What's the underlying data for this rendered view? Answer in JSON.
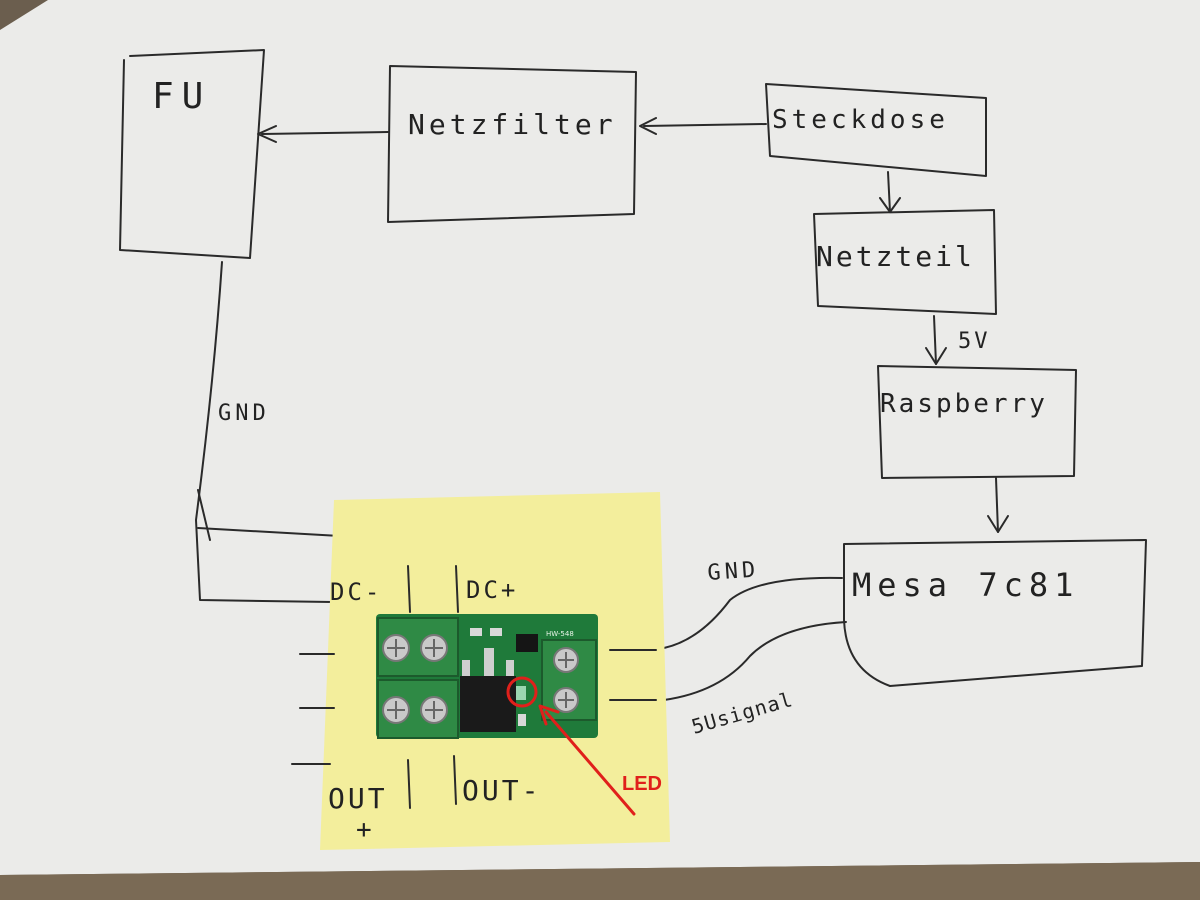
{
  "diagram": {
    "blocks": {
      "fu": "FU",
      "netzfilter": "Netzfilter",
      "steckdose": "Steckdose",
      "netzteil": "Netzteil",
      "raspberry": "Raspberry",
      "mesa": "Mesa 7c81"
    },
    "labels": {
      "gnd_fu": "GND",
      "five_v": "5V",
      "gnd_mesa": "GND",
      "signal": "5Usignal",
      "dc_minus": "DC-",
      "dc_plus": "DC+",
      "out_plus_a": "OUT",
      "out_plus_b": "+",
      "out_minus": "OUT-",
      "led": "LED",
      "board_marking": "HW-548"
    },
    "colors": {
      "paper": "#ebebe9",
      "sticky_note": "#f3ee9c",
      "pcb": "#1f7a3a",
      "terminal": "#2f8a45",
      "annotation": "#e0201b",
      "table": "#6b5e4e"
    }
  }
}
